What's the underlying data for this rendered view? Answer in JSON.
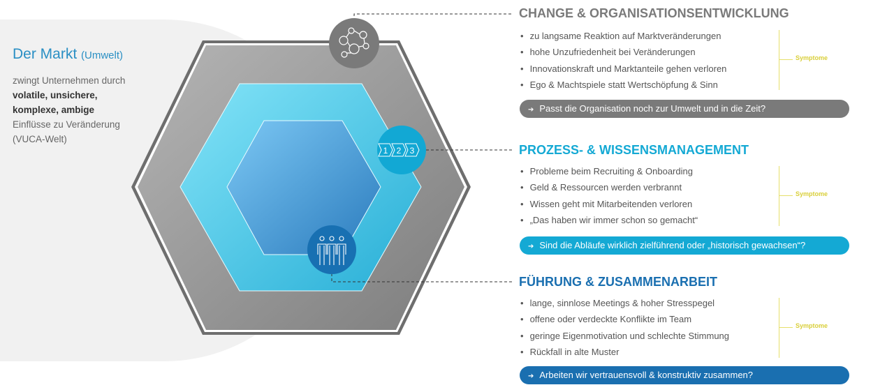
{
  "market": {
    "title": "Der Markt",
    "title_sub": "(Umwelt)",
    "line1": "zwingt Unternehmen durch",
    "bold1": "volatile, unsichere,",
    "bold2": "komplexe, ambige",
    "line2": "Einflüsse zu Veränderung",
    "line3": "(VUCA-Welt)"
  },
  "sections": [
    {
      "title": "CHANGE & ORGANISATIONSENTWICKLUNG",
      "color": "#7a7a7a",
      "items": [
        "zu langsame Reaktion auf Marktveränderungen",
        "hohe Unzufriedenheit bei Veränderungen",
        "Innovationskraft und Marktanteile gehen verloren",
        "Ego & Machtspiele statt Wertschöpfung & Sinn"
      ],
      "symptoms": "Symptome",
      "question": "Passt die Organisation noch zur Umwelt und in die Zeit?"
    },
    {
      "title": "PROZESS- & WISSENSMANAGEMENT",
      "color": "#14a9d4",
      "items": [
        "Probleme beim Recruiting & Onboarding",
        "Geld & Ressourcen werden verbrannt",
        "Wissen geht mit Mitarbeitenden verloren",
        "„Das haben wir immer schon so gemacht“"
      ],
      "symptoms": "Symptome",
      "question": "Sind die Abläufe wirklich zielführend oder „historisch gewachsen“?"
    },
    {
      "title": "FÜHRUNG & ZUSAMMENARBEIT",
      "color": "#1a6fb0",
      "items": [
        "lange, sinnlose Meetings & hoher Stresspegel",
        "offene oder verdeckte Konflikte im Team",
        "geringe Eigenmotivation und schlechte Stimmung",
        "Rückfall in alte Muster"
      ],
      "symptoms": "Symptome",
      "question": "Arbeiten wir vertrauensvoll & konstruktiv zusammen?"
    }
  ],
  "process_icon": {
    "steps": [
      "1",
      "2",
      "3"
    ]
  }
}
